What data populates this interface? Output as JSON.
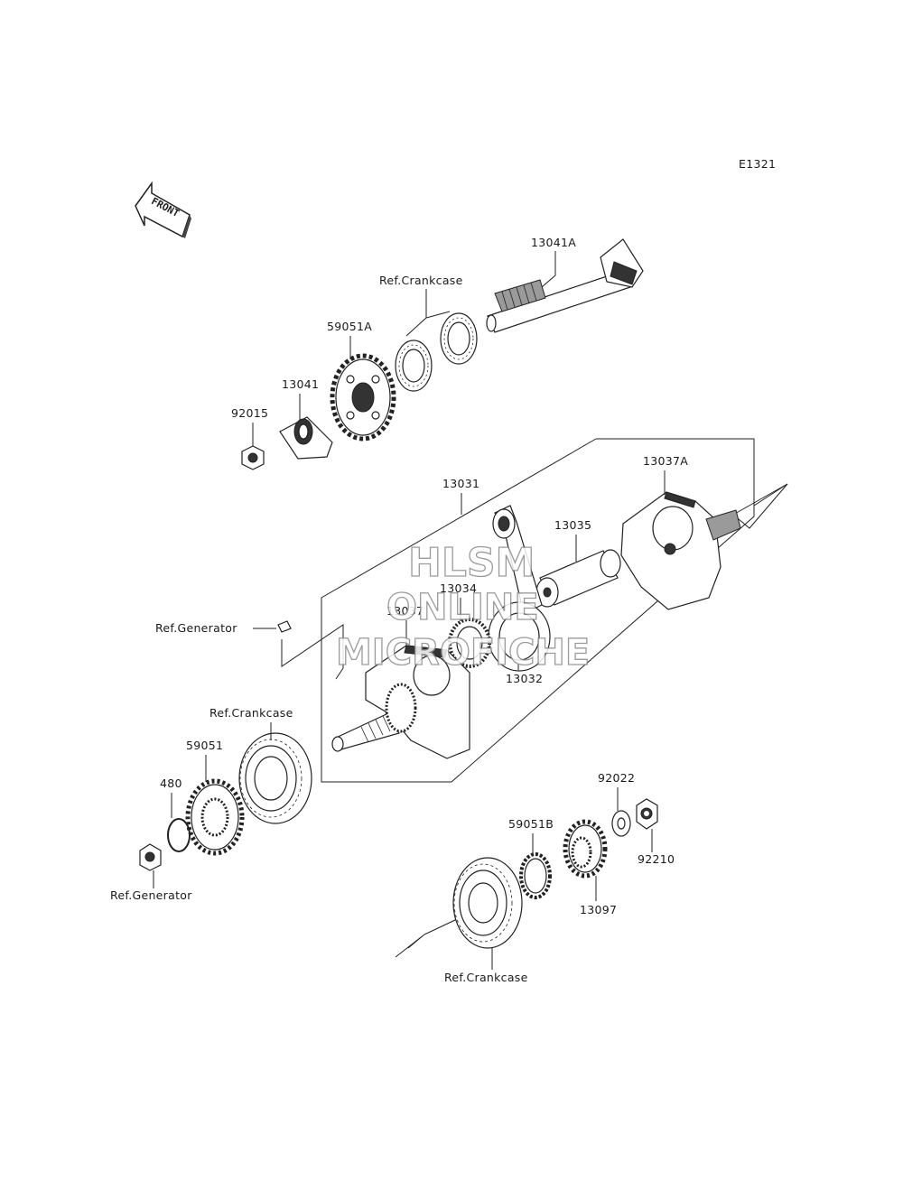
{
  "diagram_code": "E1321",
  "front_arrow_text": "FRONT",
  "watermark": {
    "line1": "HLSM",
    "line2": "ONLINE",
    "line3": "MICROFICHE"
  },
  "labels": {
    "p13041A": "13041A",
    "ref_crankcase_top": "Ref.Crankcase",
    "p59051A": "59051A",
    "p13041": "13041",
    "p92015": "92015",
    "p13031": "13031",
    "p13037A": "13037A",
    "p13035": "13035",
    "p13034": "13034",
    "p13037": "13037",
    "ref_generator_mid": "Ref.Generator",
    "p13032": "13032",
    "ref_crankcase_left": "Ref.Crankcase",
    "p59051": "59051",
    "p480": "480",
    "ref_generator_bottom": "Ref.Generator",
    "p92022": "92022",
    "p59051B": "59051B",
    "p92210": "92210",
    "p13097": "13097",
    "ref_crankcase_bottom": "Ref.Crankcase"
  }
}
